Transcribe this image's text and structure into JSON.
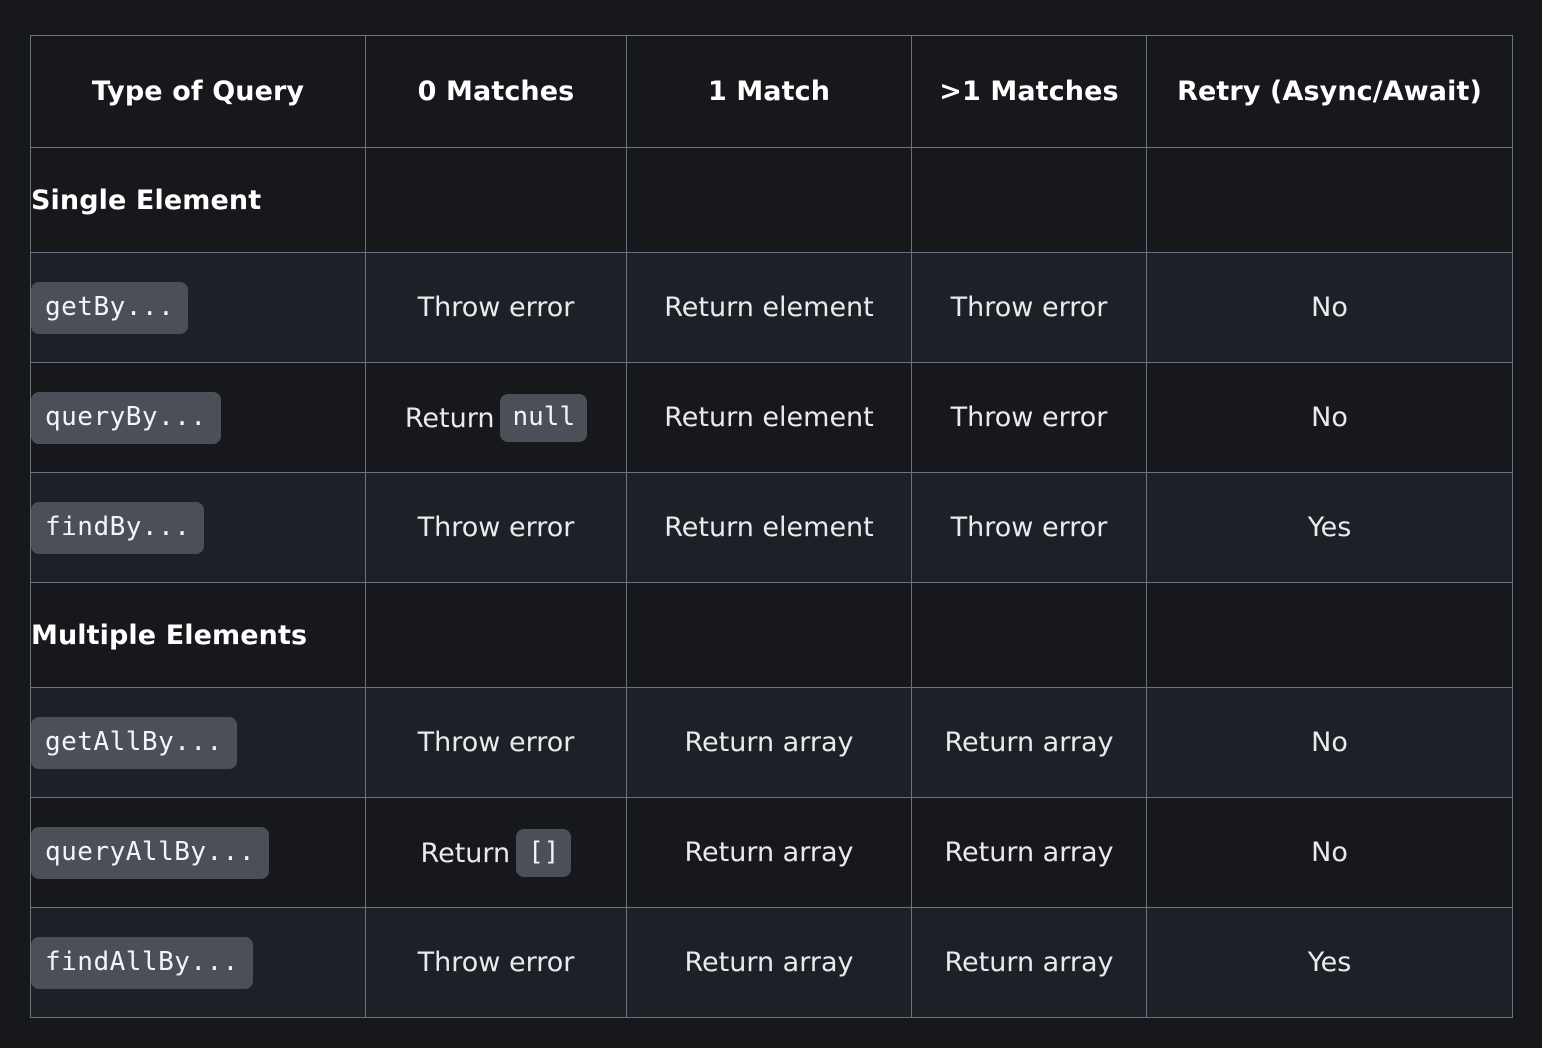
{
  "table": {
    "columns": [
      "Type of Query",
      "0 Matches",
      "1 Match",
      ">1 Matches",
      "Retry (Async/Await)"
    ],
    "sections": [
      {
        "title": "Single Element",
        "rows": [
          {
            "query": "getBy...",
            "zero_matches": "Throw error",
            "zero_matches_code": "",
            "one_match": "Return element",
            "many_matches": "Throw error",
            "retry": "No"
          },
          {
            "query": "queryBy...",
            "zero_matches": "Return",
            "zero_matches_code": "null",
            "one_match": "Return element",
            "many_matches": "Throw error",
            "retry": "No"
          },
          {
            "query": "findBy...",
            "zero_matches": "Throw error",
            "zero_matches_code": "",
            "one_match": "Return element",
            "many_matches": "Throw error",
            "retry": "Yes"
          }
        ]
      },
      {
        "title": "Multiple Elements",
        "rows": [
          {
            "query": "getAllBy...",
            "zero_matches": "Throw error",
            "zero_matches_code": "",
            "one_match": "Return array",
            "many_matches": "Return array",
            "retry": "No"
          },
          {
            "query": "queryAllBy...",
            "zero_matches": "Return",
            "zero_matches_code": "[]",
            "one_match": "Return array",
            "many_matches": "Return array",
            "retry": "No"
          },
          {
            "query": "findAllBy...",
            "zero_matches": "Throw error",
            "zero_matches_code": "",
            "one_match": "Return array",
            "many_matches": "Return array",
            "retry": "Yes"
          }
        ]
      }
    ]
  },
  "colors": {
    "page_background": "#16181c",
    "row_stripe": "#1d2026",
    "border": "#6b7280",
    "code_chip_background": "#4b5058",
    "text": "#e9eaec"
  }
}
